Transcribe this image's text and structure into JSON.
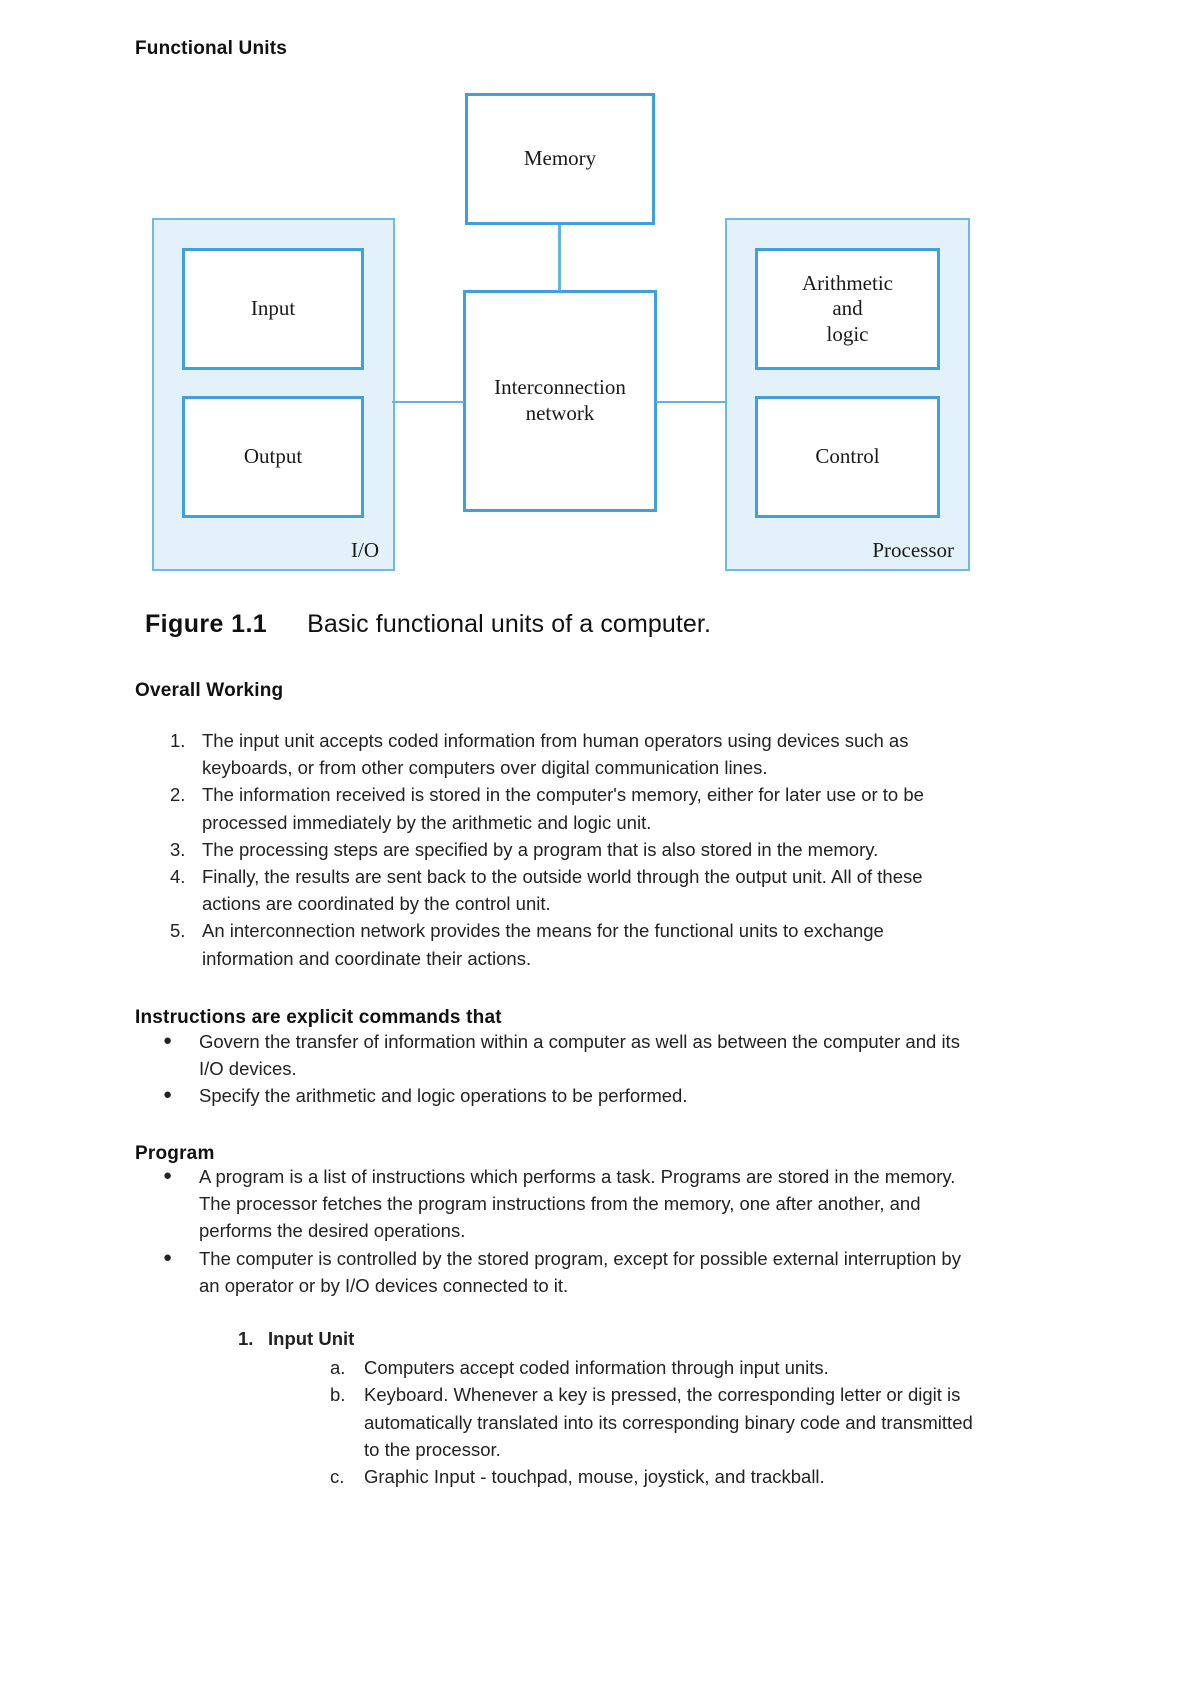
{
  "document": {
    "title": "Functional Units"
  },
  "figure": {
    "number": "Figure 1.1",
    "caption": "Basic functional units of a computer.",
    "boxes": {
      "memory": "Memory",
      "input": "Input",
      "output": "Output",
      "interconnection": "Interconnection\nnetwork",
      "interconnection_line1": "Interconnection",
      "interconnection_line2": "network",
      "alu_line1": "Arithmetic",
      "alu_line2": "and",
      "alu_line3": "logic",
      "control": "Control"
    },
    "panels": {
      "io_label": "I/O",
      "processor_label": "Processor"
    },
    "colors": {
      "box_border": "#3fa0dc",
      "panel_fill": "#e3f1fb",
      "panel_border": "#6fb9e4",
      "connector": "#63b2e2"
    }
  },
  "sections": {
    "overall_working": {
      "heading": "Overall Working",
      "items": [
        {
          "marker": "1.",
          "text": "The input unit accepts coded information from human operators using devices such as keyboards, or from other computers over digital communication lines."
        },
        {
          "marker": "2.",
          "text": "The information received is stored in the computer's memory, either for later use or to be processed immediately by the arithmetic and logic unit."
        },
        {
          "marker": "3.",
          "text": "The processing steps are specified by a program that is also stored in the memory."
        },
        {
          "marker": "4.",
          "text": "Finally, the results are sent back to the outside world through the output unit. All of these actions are coordinated by the control unit."
        },
        {
          "marker": "5.",
          "text": "An interconnection network provides the means for the functional units to exchange information and coordinate their actions."
        }
      ]
    },
    "instructions": {
      "heading": "Instructions are explicit commands that",
      "bullet_glyph": "●",
      "items": [
        {
          "marker": "●",
          "text": "Govern the transfer of information within a computer as well as between the computer and its I/O devices."
        },
        {
          "marker": "●",
          "text": "Specify the arithmetic and logic operations to be performed."
        }
      ]
    },
    "program": {
      "heading": "Program",
      "bullet_glyph": "●",
      "items": [
        {
          "marker": "●",
          "text": "A program is a list of instructions which performs a task. Programs are stored in the memory. The processor fetches the program instructions from the memory, one after another, and performs the desired operations."
        },
        {
          "marker": "●",
          "text": "The computer is controlled by the stored program, except for possible external interruption by an operator or by I/O devices connected to it."
        }
      ]
    },
    "input_unit": {
      "marker": "1.",
      "heading": "Input Unit",
      "items": [
        {
          "marker": "a.",
          "text": "Computers accept coded information through input units."
        },
        {
          "marker": "b.",
          "text": "Keyboard. Whenever a key is pressed, the corresponding letter or digit is automatically translated into its corresponding binary code and transmitted to the processor."
        },
        {
          "marker": "c.",
          "text": "Graphic Input - touchpad, mouse, joystick, and trackball."
        }
      ]
    }
  }
}
